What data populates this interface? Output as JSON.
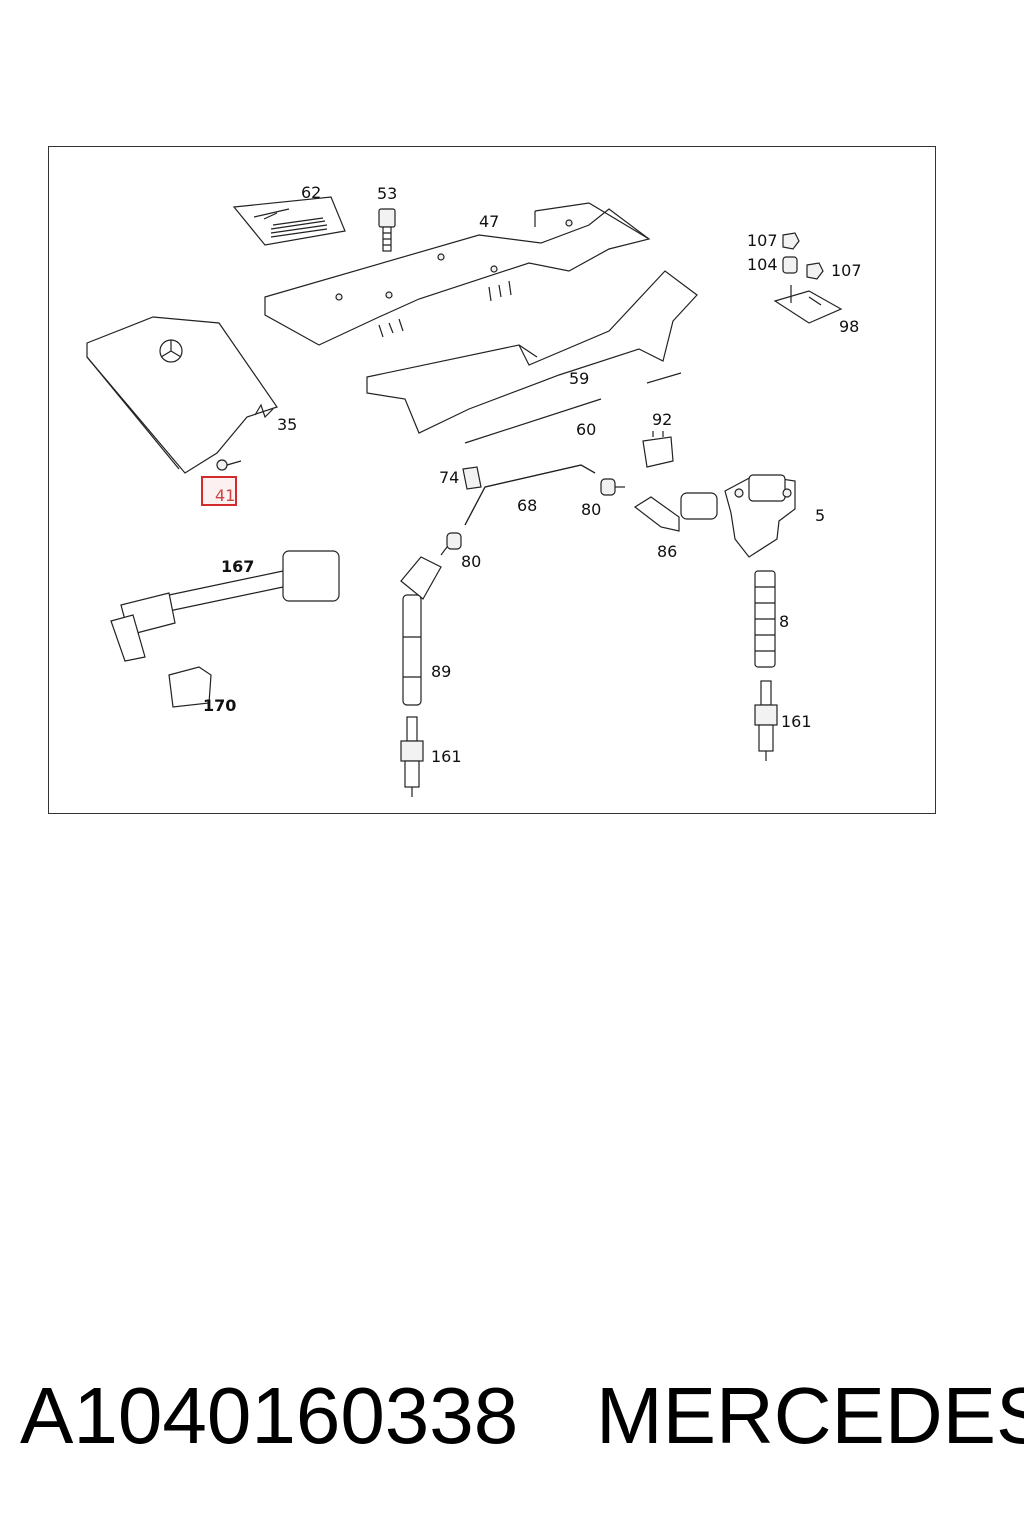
{
  "diagram": {
    "callouts": {
      "c62": "62",
      "c53": "53",
      "c47": "47",
      "c107a": "107",
      "c104": "104",
      "c107b": "107",
      "c98": "98",
      "c35": "35",
      "c59": "59",
      "c60": "60",
      "c92": "92",
      "c41": "41",
      "c74": "74",
      "c68": "68",
      "c80a": "80",
      "c86": "86",
      "c5": "5",
      "c80b": "80",
      "c167": "167",
      "c8": "8",
      "c89": "89",
      "c170": "170",
      "c161a": "161",
      "c161b": "161"
    },
    "highlighted_callout": "41",
    "highlight_color": "#d42a2a"
  },
  "footer": {
    "part_number": "A1040160338",
    "brand": "MERCEDES"
  }
}
